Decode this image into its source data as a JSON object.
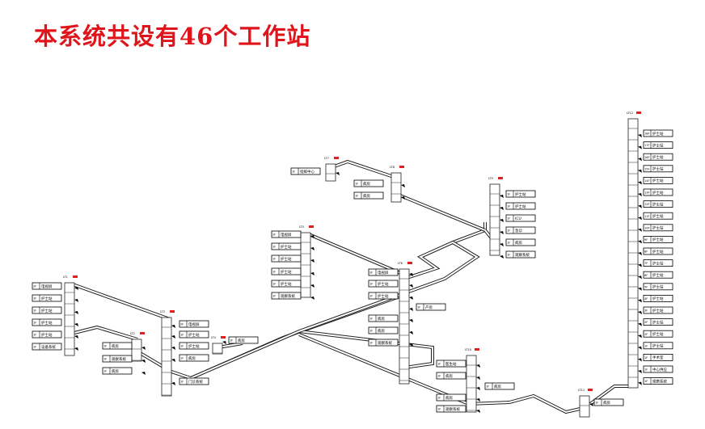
{
  "title": "本系统共设有46个工作站",
  "colors": {
    "title": "#e0141b",
    "line": "#222222",
    "tag_red": "#e02020"
  },
  "stations": [
    {
      "tag": "LT1",
      "labels": [
        [
          "2F",
          "电视屏"
        ],
        [
          "1F",
          "护士站"
        ],
        [
          "1F",
          "护士站"
        ],
        [
          "1F",
          "护士站"
        ],
        [
          "1F",
          "护士站"
        ],
        [
          "1F",
          "设备系统"
        ]
      ]
    },
    {
      "tag": "LT2",
      "labels": [
        [
          "1F",
          "病房"
        ],
        [
          "1F",
          "观察系统"
        ],
        [
          "1F",
          "病房"
        ]
      ]
    },
    {
      "tag": "LT3",
      "labels": [
        [
          "2F",
          "电视屏"
        ],
        [
          "1F",
          "护士站"
        ],
        [
          "1F",
          "护士站"
        ],
        [
          "1F",
          "病房"
        ],
        [
          "1F",
          "门诊系统"
        ]
      ]
    },
    {
      "tag": "LT4",
      "labels": [
        [
          "1F",
          "病房"
        ]
      ]
    },
    {
      "tag": "LT5",
      "labels": [
        [
          "2F",
          "电视屏"
        ],
        [
          "1F",
          "护士站"
        ],
        [
          "1F",
          "护士站"
        ],
        [
          "1F",
          "护士站"
        ],
        [
          "1F",
          "护士站"
        ],
        [
          "1F",
          "观察系统"
        ]
      ]
    },
    {
      "tag": "LT6",
      "labels": [
        [
          "2F",
          "电视屏"
        ],
        [
          "1F",
          "护士站"
        ],
        [
          "1F",
          "护士站"
        ],
        [
          "1F",
          "产房"
        ],
        [
          "1F",
          "病房"
        ],
        [
          "1F",
          "病房"
        ],
        [
          "1F",
          "观察系统"
        ]
      ]
    },
    {
      "tag": "LT7",
      "labels": [
        [
          "1F",
          "指挥中心"
        ]
      ]
    },
    {
      "tag": "LT8",
      "labels": [
        [
          "1F",
          "病房"
        ],
        [
          "1F",
          "病房"
        ]
      ]
    },
    {
      "tag": "LT9",
      "labels": [
        [
          "1F",
          "护士站"
        ],
        [
          "1F",
          "护士站"
        ],
        [
          "1F",
          "ICU"
        ],
        [
          "1F",
          "急诊"
        ],
        [
          "1F",
          "病房"
        ],
        [
          "1F",
          "观察系统"
        ]
      ]
    },
    {
      "tag": "LT10",
      "labels": [
        [
          "1F",
          "医生站"
        ],
        [
          "1F",
          "病房"
        ],
        [
          "1F",
          "病房"
        ],
        [
          "1F",
          "病房"
        ],
        [
          "1F",
          "观察系统"
        ]
      ]
    },
    {
      "tag": "LT11",
      "labels": [
        [
          "1F",
          "病房"
        ]
      ]
    },
    {
      "tag": "LT12",
      "labels": [
        [
          "18F",
          "护士站"
        ],
        [
          "17F",
          "护士站"
        ],
        [
          "16F",
          "护士站"
        ],
        [
          "15F",
          "护士站"
        ],
        [
          "14F",
          "护士站"
        ],
        [
          "13F",
          "护士站"
        ],
        [
          "12F",
          "护士站"
        ],
        [
          "11F",
          "护士站"
        ],
        [
          "10F",
          "护士站"
        ],
        [
          "9F",
          "护士站"
        ],
        [
          "8F",
          "护士站"
        ],
        [
          "7F",
          "护士站"
        ],
        [
          "6F",
          "护士站"
        ],
        [
          "5F",
          "护士站"
        ],
        [
          "4F",
          "护士站"
        ],
        [
          "3F",
          "护士站"
        ],
        [
          "2F",
          "护士站"
        ],
        [
          "2F",
          "护士站"
        ],
        [
          "1F",
          "护士站"
        ],
        [
          "1F",
          "手术室"
        ],
        [
          "1F",
          "中心供应"
        ],
        [
          "1F",
          "观察系统"
        ]
      ]
    }
  ]
}
